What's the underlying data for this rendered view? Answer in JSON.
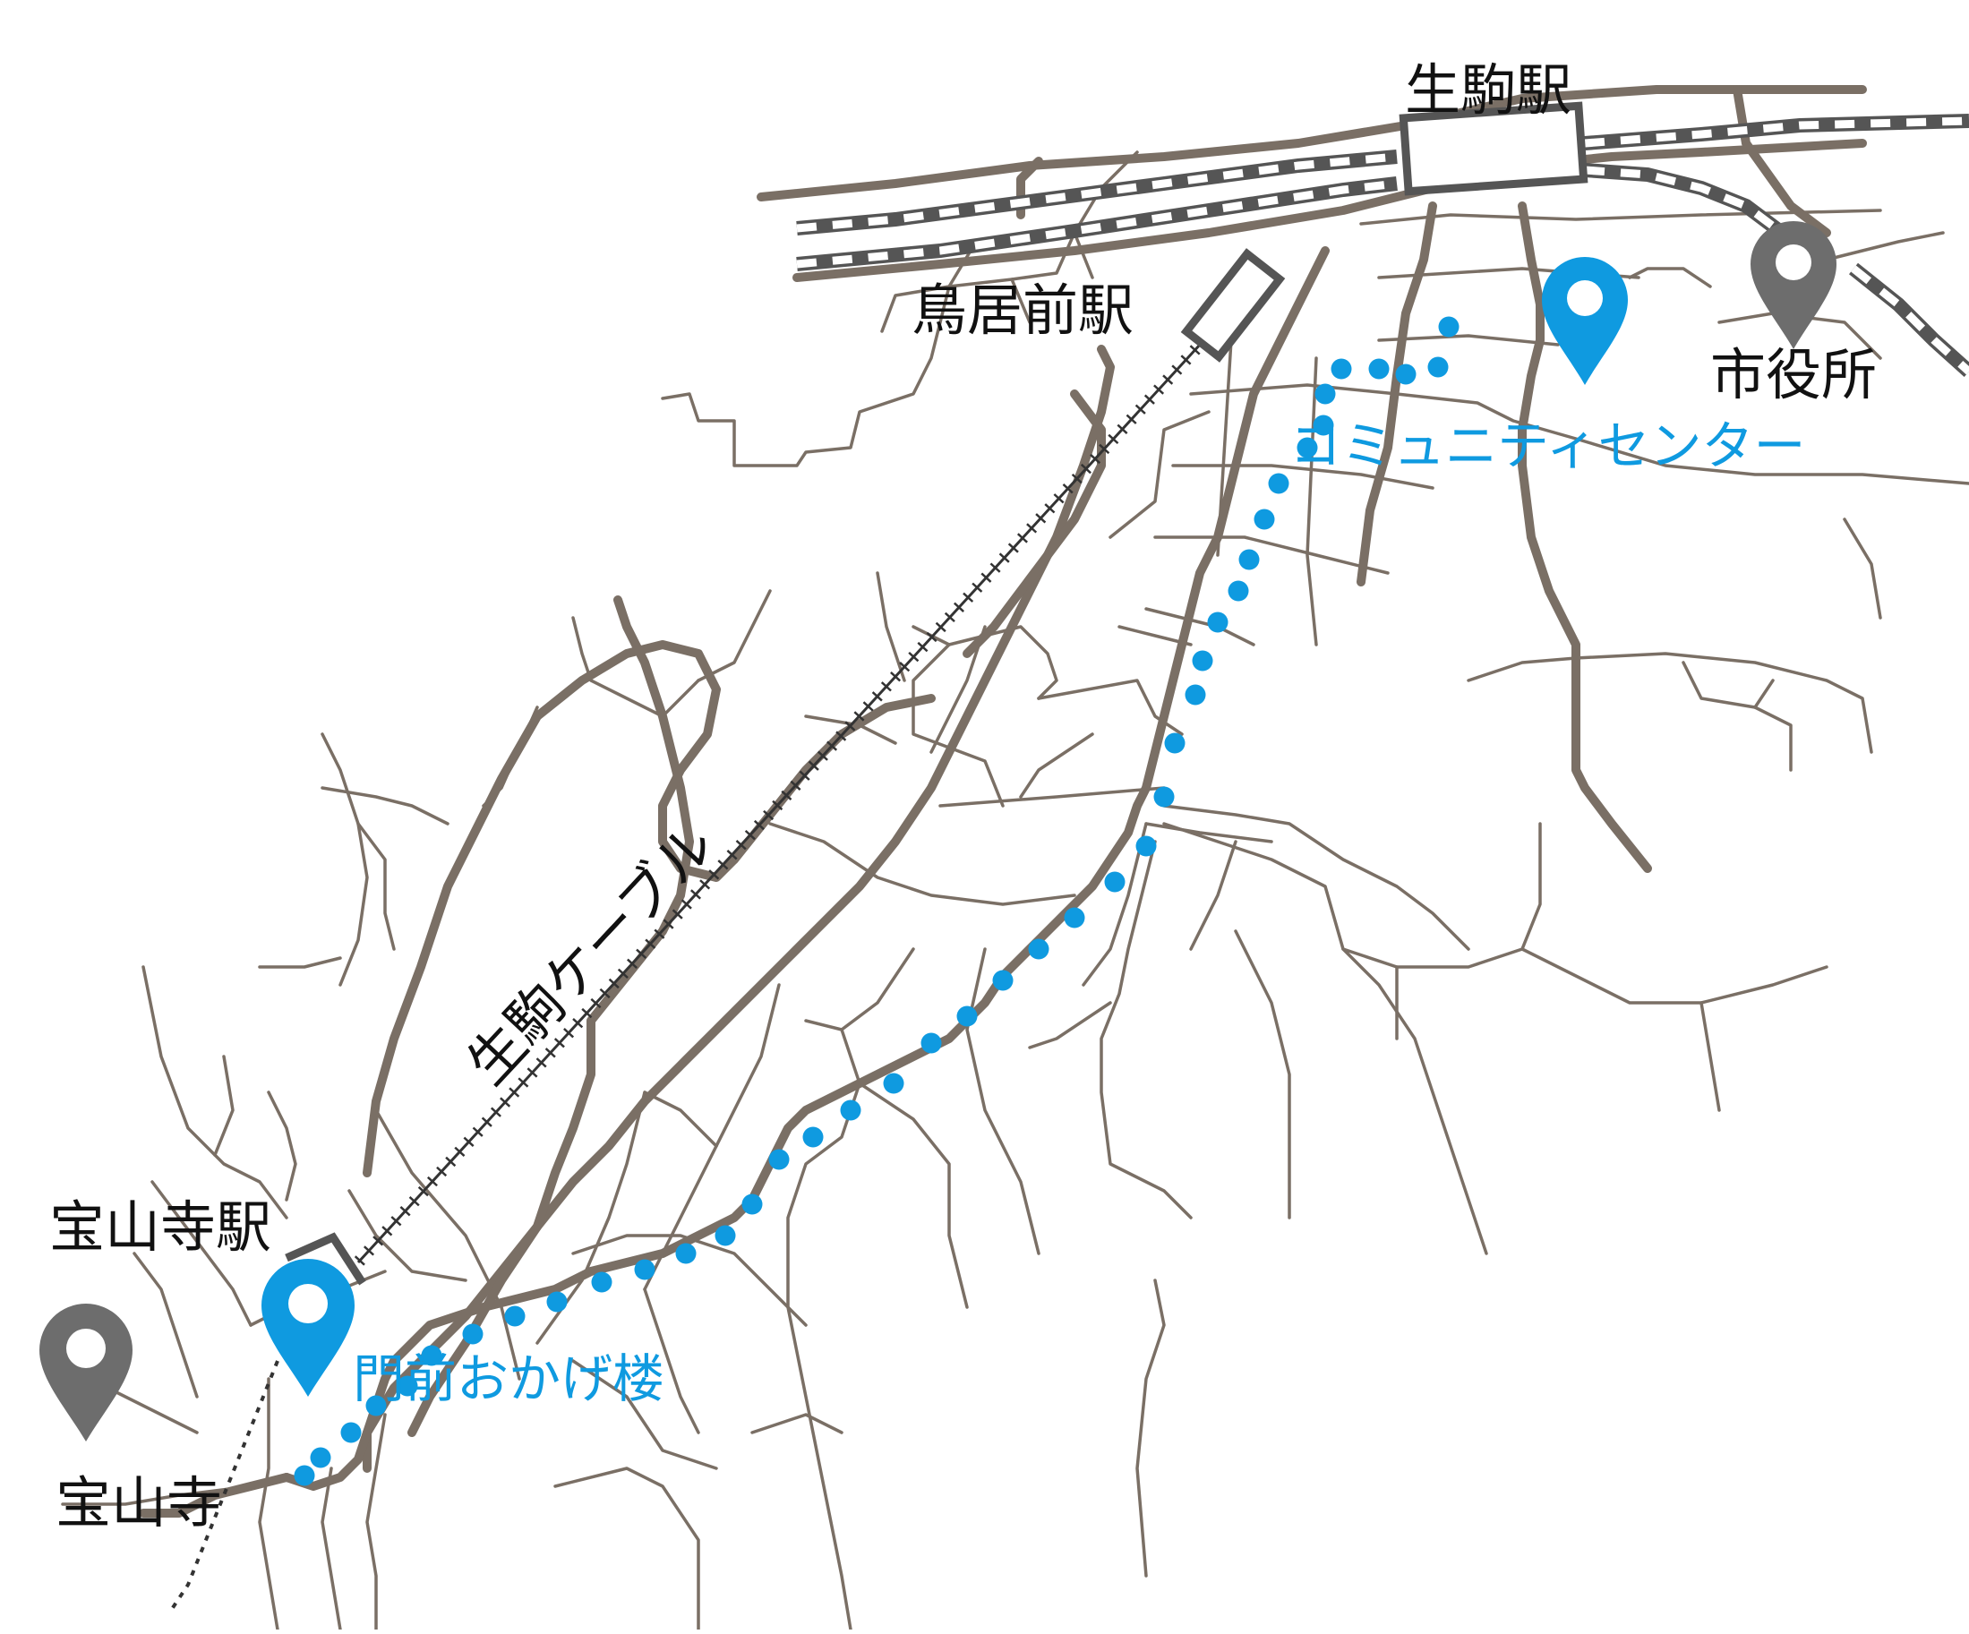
{
  "map": {
    "stations": {
      "ikoma": "生駒駅",
      "toriimae": "鳥居前駅",
      "hozanji": "宝山寺駅"
    },
    "line_label": "生駒ケーブル",
    "poi_gray": {
      "city_hall": "市役所",
      "temple": "宝山寺"
    },
    "poi_blue": {
      "community_center": "コミュニティセンター",
      "monzen": "門前おかげ楼"
    },
    "colors": {
      "route": "#0f9ae0",
      "road": "#7a6f65",
      "gray_pin": "#6d6d6d",
      "blue_pin": "#0f9ae0",
      "railway": "#555555"
    },
    "icons": {
      "poi_blue": "map-pin-icon",
      "poi_gray": "map-pin-icon"
    }
  }
}
